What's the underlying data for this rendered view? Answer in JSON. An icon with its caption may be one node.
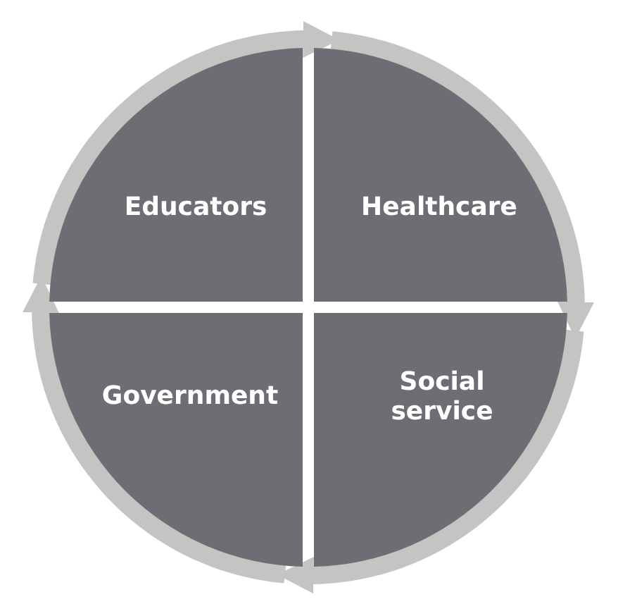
{
  "diagram": {
    "nodes": [
      {
        "text": [
          "Educators"
        ]
      },
      {
        "text": [
          "Healthcare"
        ]
      },
      {
        "text": [
          "Social service"
        ]
      },
      {
        "text": [
          "Government"
        ]
      }
    ],
    "edges": [
      {
        "from": 0,
        "to": 1,
        "arrow": "to"
      },
      {
        "from": 1,
        "to": 2,
        "arrow": "to"
      },
      {
        "from": 2,
        "to": 3,
        "arrow": "to"
      },
      {
        "from": 3,
        "to": 0,
        "arrow": "to"
      }
    ]
  }
}
